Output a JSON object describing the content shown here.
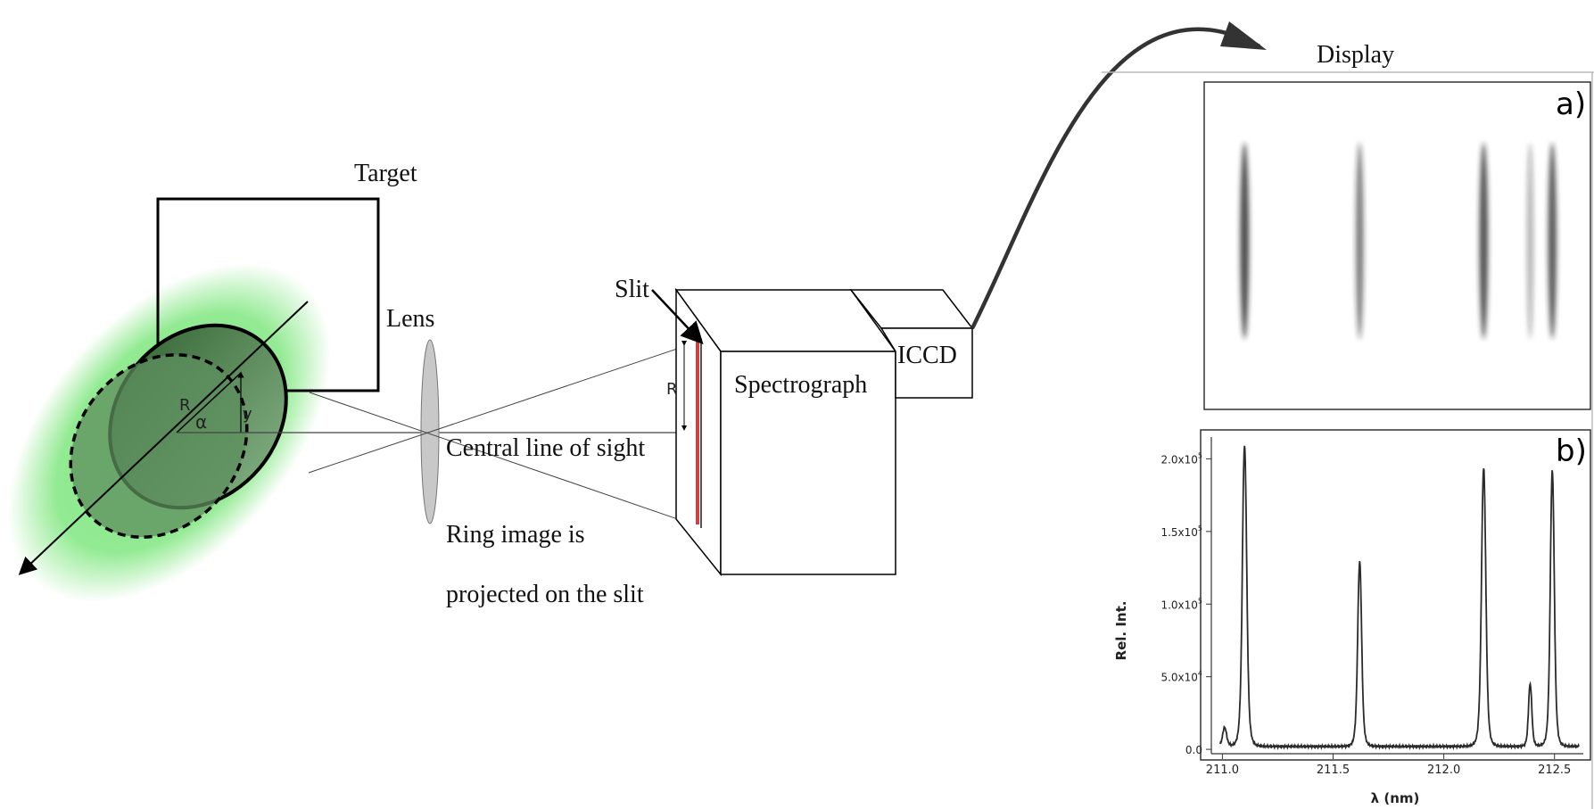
{
  "labels": {
    "target": "Target",
    "lens": "Lens",
    "slit": "Slit",
    "spectrograph": "Spectrograph",
    "iccd": "ICCD",
    "display": "Display",
    "central_line": "Central line of sight",
    "ring_line1": "Ring image is",
    "ring_line2": "projected on the slit",
    "r_plume": "R",
    "alpha": "α",
    "y": "y",
    "r_slit": "R",
    "panel_a": "a)",
    "panel_b": "b)"
  },
  "colors": {
    "plume_glow": "#86e886",
    "ring_fill": "#5b8f5b",
    "slit_red": "#d04040",
    "lens_gray": "#c8c8c8",
    "spectrum_line": "#2b2b2b"
  },
  "image_lines": [
    {
      "x_nm": 211.1,
      "strength": 1.0
    },
    {
      "x_nm": 211.62,
      "strength": 0.65
    },
    {
      "x_nm": 212.18,
      "strength": 0.95
    },
    {
      "x_nm": 212.39,
      "strength": 0.25
    },
    {
      "x_nm": 212.49,
      "strength": 0.9
    }
  ],
  "chart_data": {
    "type": "line",
    "xlabel": "λ (nm)",
    "ylabel": "Rel. Int.",
    "xlim": [
      210.95,
      212.63
    ],
    "ylim": [
      -3000,
      215000
    ],
    "x_ticks": [
      211.0,
      211.5,
      212.0,
      212.5
    ],
    "x_tick_labels": [
      "211.0",
      "211.5",
      "212.0",
      "212.5"
    ],
    "y_ticks": [
      0,
      50000,
      100000,
      150000,
      200000
    ],
    "y_tick_labels": [
      {
        "mantissa": "0.0",
        "exp": ""
      },
      {
        "mantissa": "5.0x10",
        "exp": "4"
      },
      {
        "mantissa": "1.0x10",
        "exp": "5"
      },
      {
        "mantissa": "1.5x10",
        "exp": "5"
      },
      {
        "mantissa": "2.0x10",
        "exp": "5"
      }
    ],
    "baseline": 2000,
    "peaks": [
      {
        "x": 211.01,
        "height": 13000,
        "width": 0.012
      },
      {
        "x": 211.1,
        "height": 207000,
        "width": 0.013
      },
      {
        "x": 211.62,
        "height": 127000,
        "width": 0.012
      },
      {
        "x": 212.18,
        "height": 192000,
        "width": 0.013
      },
      {
        "x": 212.39,
        "height": 43000,
        "width": 0.01
      },
      {
        "x": 212.49,
        "height": 190000,
        "width": 0.012
      }
    ]
  }
}
